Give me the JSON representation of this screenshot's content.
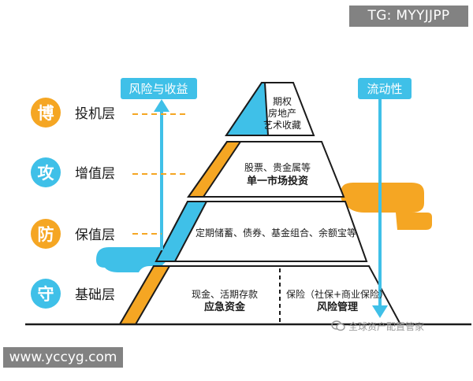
{
  "watermarks": {
    "top": "TG: MYYJJPP",
    "bottom": "www.yccyg.com"
  },
  "arrows": {
    "left_label": "风险与收益",
    "right_label": "流动性"
  },
  "levels": [
    {
      "char": "博",
      "label": "投机层"
    },
    {
      "char": "攻",
      "label": "增值层"
    },
    {
      "char": "防",
      "label": "保值层"
    },
    {
      "char": "守",
      "label": "基础层"
    }
  ],
  "pyramid": {
    "top_lines": [
      "期权",
      "房地产",
      "艺术收藏"
    ],
    "second_lines": [
      "股票、贵金属等",
      "单一市场投资"
    ],
    "third_text": "定期储蓄、债券、基金组合、余额宝等",
    "base_left_lines": [
      "现金、活期存款",
      "应急资金"
    ],
    "base_right_lines": [
      "保险（社保+商业保险）",
      "风险管理"
    ]
  },
  "footer": {
    "wechat_name": "全球资产配置管家"
  },
  "colors": {
    "orange": "#F5A623",
    "blue": "#3FC0E8",
    "line": "#1b1b1b"
  }
}
